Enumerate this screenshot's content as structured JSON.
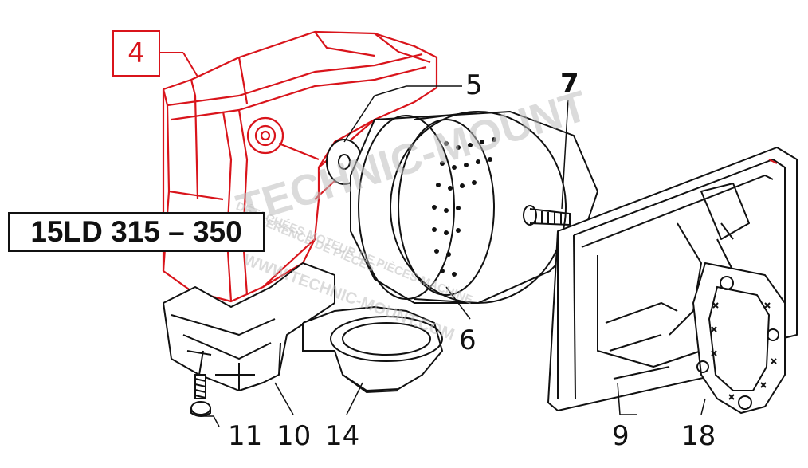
{
  "model_label": "15LD 315 – 350",
  "callouts": {
    "c4": "4",
    "c5": "5",
    "c6": "6",
    "c7": "7",
    "c9": "9",
    "c10": "10",
    "c11": "11",
    "c14": "14",
    "c18": "18"
  },
  "watermark": {
    "brand": "TECHNIC-MOUNT",
    "line1": "RÉFÉRENCE DE PIÈCES",
    "line2": "DÉTACHÉES MOTEUR DE PIÈCES MACHINE",
    "site": "WWW.TECHNIC-MOUNT.COM"
  },
  "colors": {
    "highlight": "#d9141b",
    "line": "#111111"
  }
}
